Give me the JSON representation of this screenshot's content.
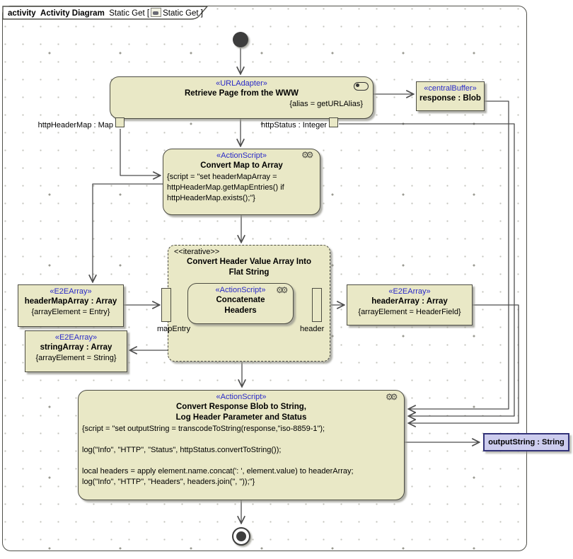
{
  "frame": {
    "keyword": "activity",
    "name": "Activity Diagram",
    "ref_open": "Static Get [",
    "ref_close": "Static Get ]"
  },
  "icons": {
    "gears": "⚙⚙",
    "adapter": "url-adapter-glyph",
    "diagram": "activity-diagram-glyph"
  },
  "colors": {
    "node_fill": "#e9e8c6",
    "node_border": "#4c4c42",
    "stereotype_blue": "#2a2ac8",
    "edge": "#4d4d4d",
    "selection_fill": "#ccccee",
    "selection_border": "#323278"
  },
  "pins": {
    "http_header_map": "httpHeaderMap : Map",
    "http_status": "httpStatus : Integer"
  },
  "expansion": {
    "left_label": "mapEntry",
    "right_label": "header"
  },
  "nodes": {
    "url_adapter": {
      "stereotype": "«URLAdapter»",
      "name": "Retrieve Page from the WWW",
      "constraint": "{alias = getURLAlias}"
    },
    "central_buffer": {
      "stereotype": "«centralBuffer»",
      "name": "response : Blob"
    },
    "convert_map": {
      "stereotype": "«ActionScript»",
      "name": "Convert Map to Array",
      "script": "{script = \"set headerMapArray =\nhttpHeaderMap.getMapEntries() if\nhttpHeaderMap.exists();\"}"
    },
    "iterative": {
      "stereotype": "<<iterative>>",
      "name": "Convert Header Value Array Into\nFlat String"
    },
    "concatenate": {
      "stereotype": "«ActionScript»",
      "name": "Concatenate\nHeaders"
    },
    "header_map_array": {
      "stereotype": "«E2EArray»",
      "name": "headerMapArray : Array",
      "constraint": "{arrayElement = Entry}"
    },
    "string_array": {
      "stereotype": "«E2EArray»",
      "name": "stringArray : Array",
      "constraint": "{arrayElement = String}"
    },
    "header_array": {
      "stereotype": "«E2EArray»",
      "name": "headerArray : Array",
      "constraint": "{arrayElement = HeaderField}"
    },
    "convert_response": {
      "stereotype": "«ActionScript»",
      "name": "Convert Response Blob to String,\nLog Header Parameter and Status",
      "script": "{script = \"set outputString = transcodeToString(response,\"iso-8859-1\");\n\nlog(\"Info\", \"HTTP\", \"Status\", httpStatus.convertToString());\n\nlocal headers = apply element.name.concat(': ', element.value) to headerArray;\nlog(\"Info\", \"HTTP\", \"Headers\", headers.join(\", \"));\"}"
    },
    "output_string": {
      "name": "outputString : String"
    }
  }
}
